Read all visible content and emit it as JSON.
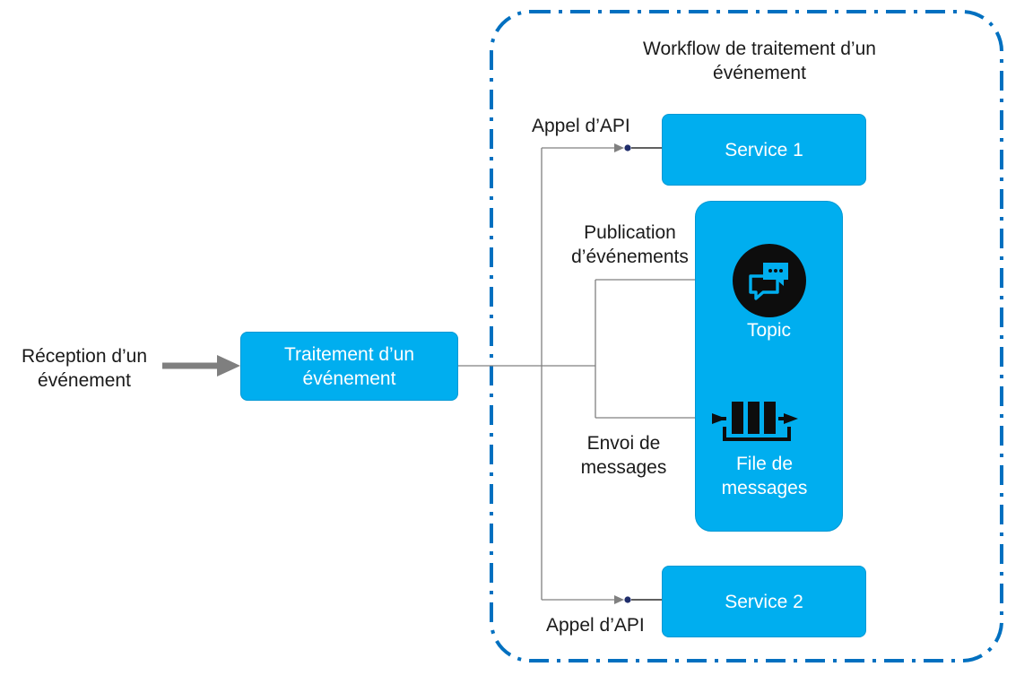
{
  "workflow": {
    "title": "Workflow de traitement d’un\névénement"
  },
  "input": {
    "label": "Réception d’un\névénement"
  },
  "processor": {
    "label": "Traitement d’un\névénement"
  },
  "services": {
    "service1": "Service 1",
    "service2": "Service 2"
  },
  "connections": {
    "api_call_top": "Appel d’API",
    "api_call_bottom": "Appel d’API",
    "event_publication": "Publication\nd’événements",
    "message_sending": "Envoi de\nmessages"
  },
  "messaging": {
    "topic": "Topic",
    "queue": "File de\nmessages"
  },
  "icons": {
    "topic": "chat-bubbles-icon",
    "queue": "message-queue-icon",
    "connector": "lollipop-connector-icon"
  },
  "colors": {
    "box_fill": "#00aeef",
    "border_dash": "#0070c0",
    "connector_line": "#808080",
    "icon_fill": "#0d0d0d",
    "arrow": "#7f7f7f"
  }
}
